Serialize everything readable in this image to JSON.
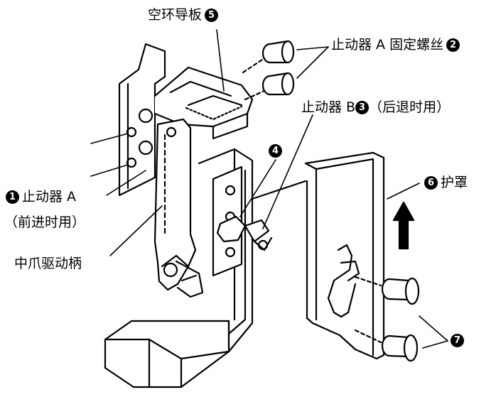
{
  "labels": {
    "guide_plate": {
      "text": "空环导板",
      "num": "5"
    },
    "stopper_a_screw": {
      "text": "止动器 A 固定螺丝",
      "num": "2"
    },
    "stopper_b": {
      "prefix": "止动器 B",
      "num": "3",
      "suffix": "（后退时用）"
    },
    "screw_4": {
      "num": "4"
    },
    "guard": {
      "num": "6",
      "text": "护罩"
    },
    "stopper_a": {
      "num": "1",
      "text": "止动器 A"
    },
    "stopper_a_note": {
      "text": "（前进时用）"
    },
    "claw_lever": {
      "text": "中爪驱动柄"
    },
    "screw_7": {
      "num": "7"
    }
  },
  "colors": {
    "ink": "#000000",
    "paper": "#ffffff"
  }
}
